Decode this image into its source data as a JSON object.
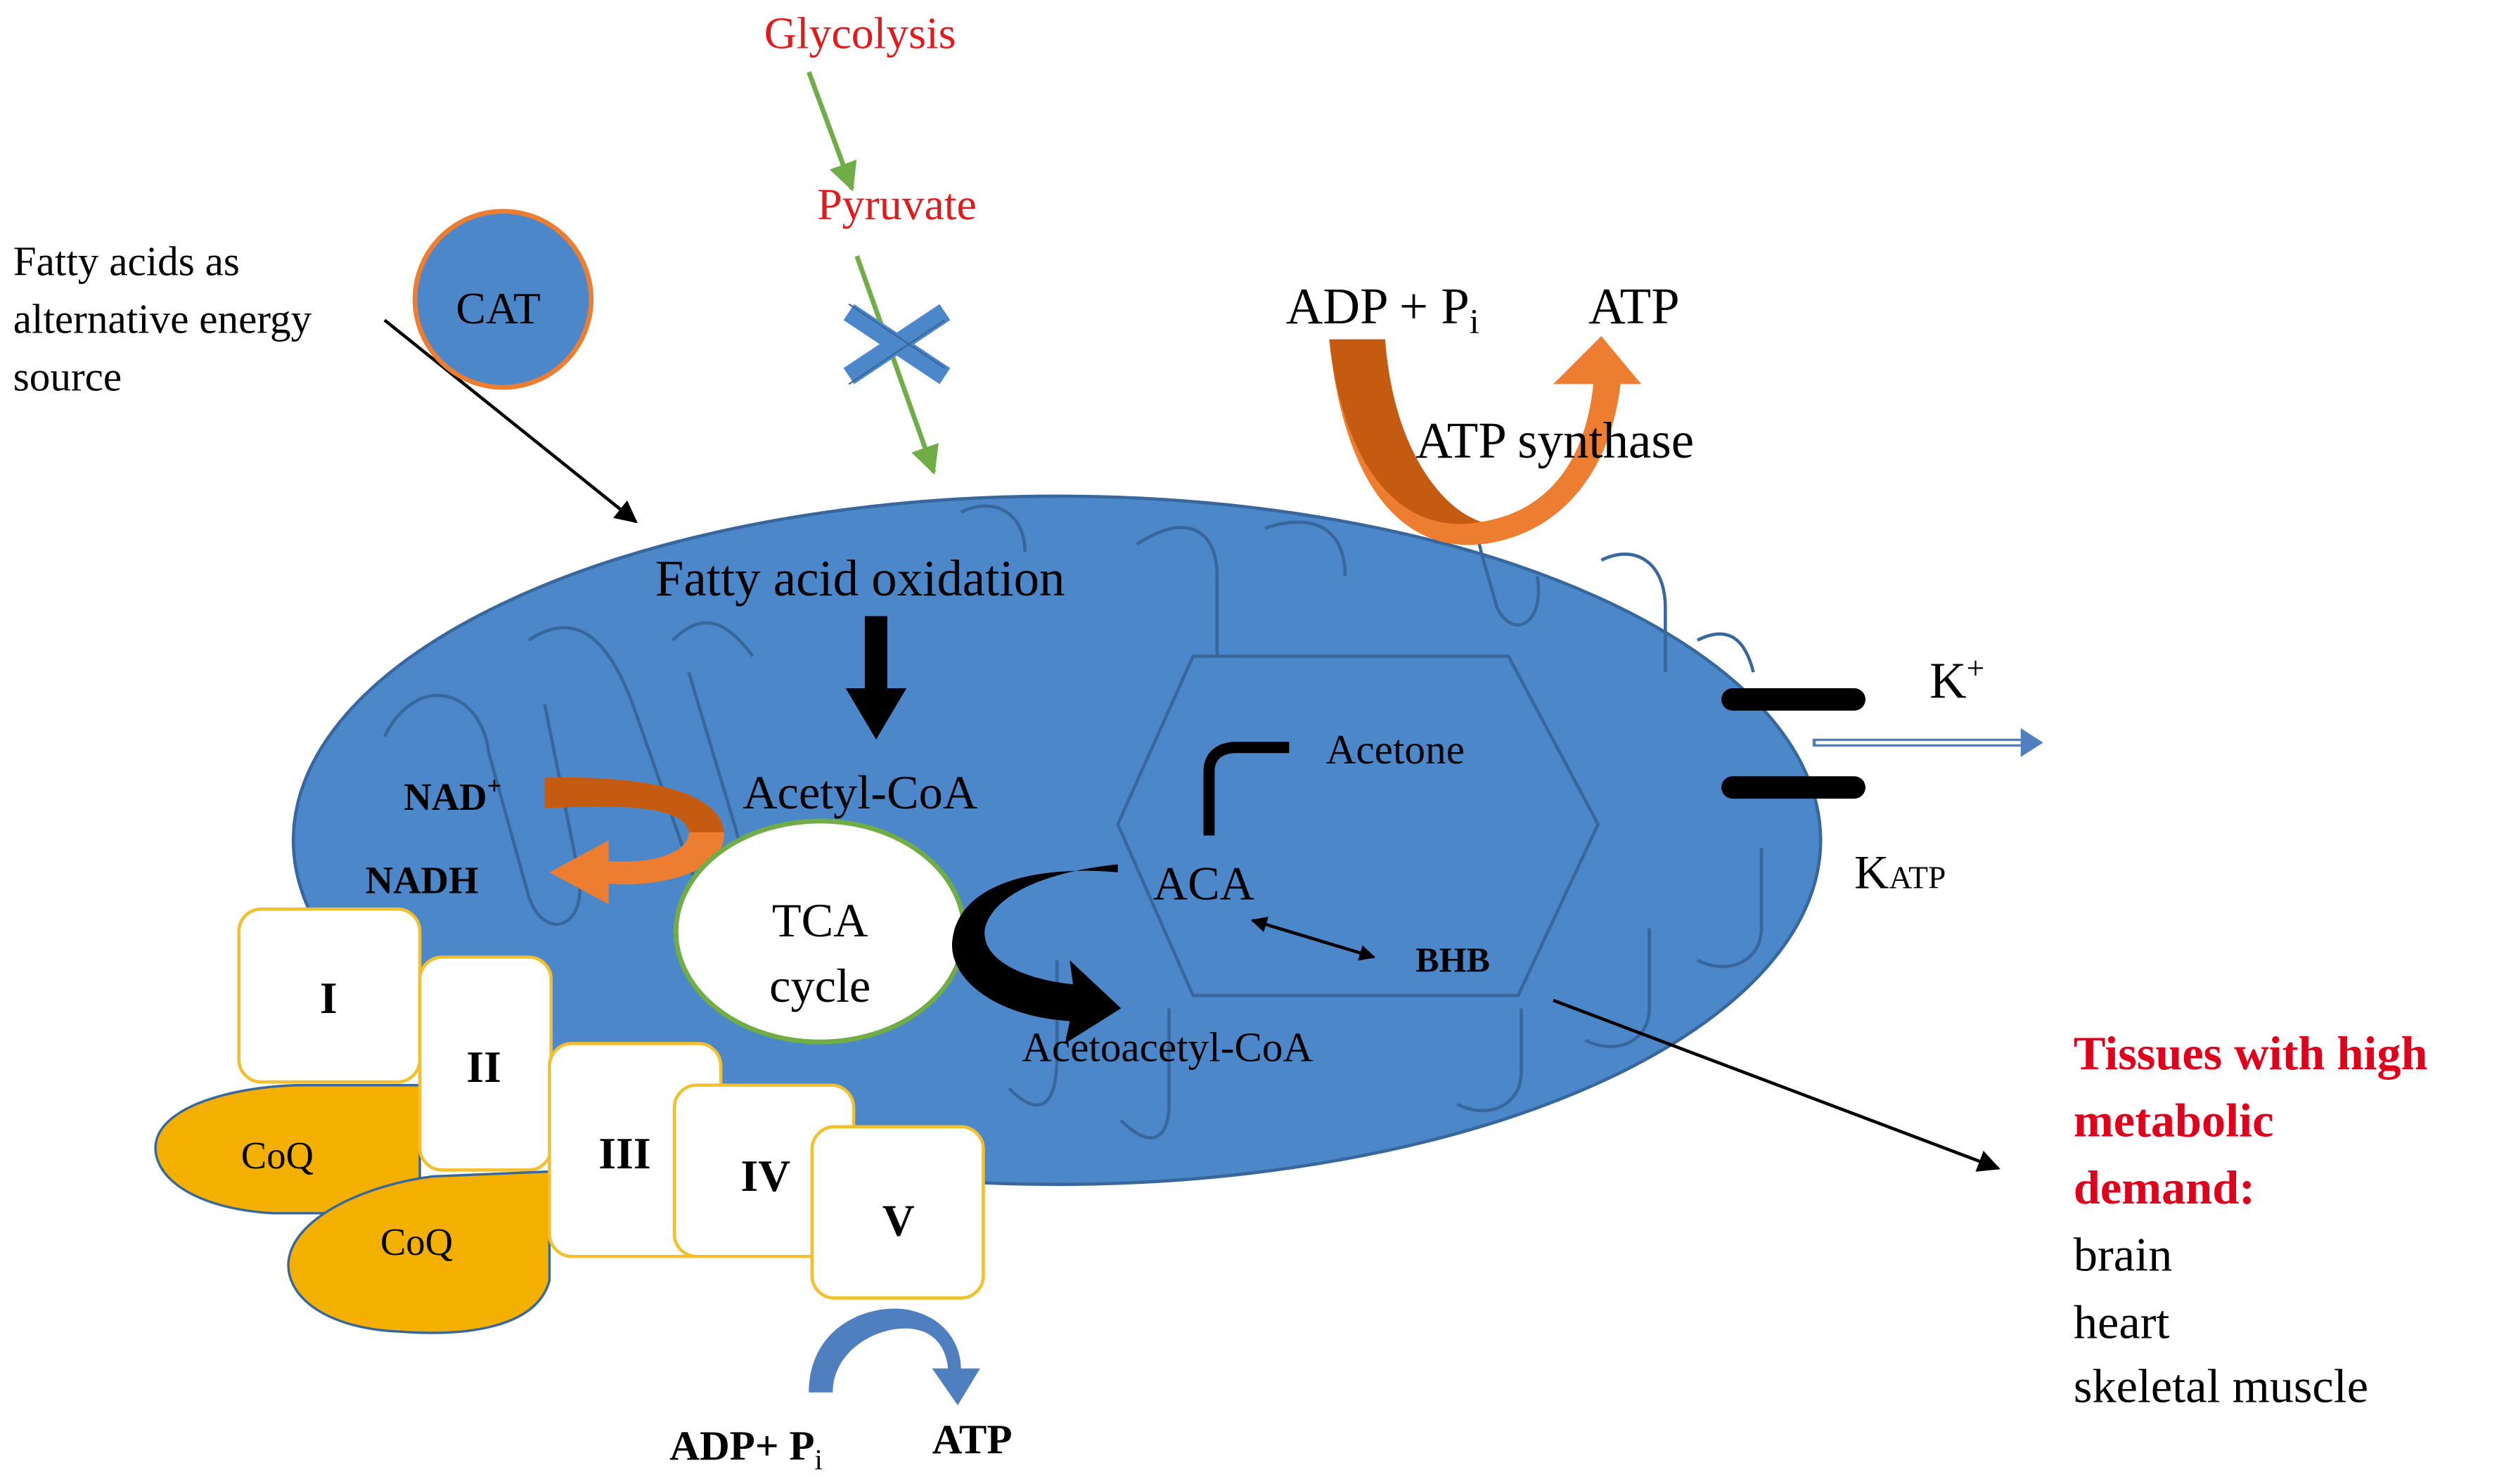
{
  "colors": {
    "mito_fill": "#4b87c9",
    "mito_stroke": "#37679c",
    "green_arrow": "#70ad47",
    "red_text": "#e31a1c",
    "orange_dark": "#c55a11",
    "orange_light": "#ed7d31",
    "coq_fill": "#f3b000",
    "complex_stroke": "#f2c02e",
    "tca_stroke": "#70ad47",
    "blue_arrow": "#4f7fbf",
    "tissue_heading": "#e0001b"
  },
  "labels": {
    "glycolysis": "Glycolysis",
    "pyruvate": "Pyruvate",
    "fatty_acids_line1": "Fatty acids as",
    "fatty_acids_line2": "alternative energy",
    "fatty_acids_line3": "source",
    "cat": "CAT",
    "adp_pi_top": "ADP + P",
    "adp_pi_top_sub": "i",
    "atp_top": "ATP",
    "atp_synthase": "ATP synthase",
    "fatty_acid_oxidation": "Fatty acid oxidation",
    "acetyl_coa": "Acetyl-CoA",
    "nad_plus": "NAD",
    "nad_plus_sup": "+",
    "nadh": "NADH",
    "tca_line1": "TCA",
    "tca_line2": "cycle",
    "acetoacetyl_coa": "Acetoacetyl-CoA",
    "acetone": "Acetone",
    "aca": "ACA",
    "bhb": "BHB",
    "k_plus": "K",
    "k_plus_sup": "+",
    "katp_main": "K",
    "katp_sub": "ATP",
    "complex_i": "I",
    "complex_ii": "II",
    "complex_iii": "III",
    "complex_iv": "IV",
    "complex_v": "V",
    "coq_1": "CoQ",
    "coq_2": "CoQ",
    "adp_pi_bottom": "ADP+ P",
    "adp_pi_bottom_sub": "i",
    "atp_bottom": "ATP",
    "tissues_line1": "Tissues with high",
    "tissues_line2": "metabolic",
    "tissues_line3": "demand:",
    "tissue_brain": "brain",
    "tissue_heart": "heart",
    "tissue_muscle": "skeletal muscle"
  }
}
